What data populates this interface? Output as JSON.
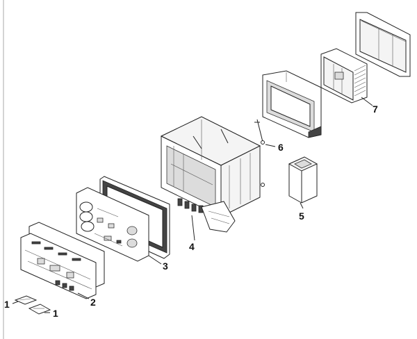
{
  "callouts": {
    "part_1a": "1",
    "part_1b": "1",
    "part_2": "2",
    "part_3": "3",
    "part_4": "4",
    "part_5": "5",
    "part_6": "6",
    "part_7": "7"
  },
  "colors": {
    "line": "#222222",
    "background": "#ffffff"
  }
}
